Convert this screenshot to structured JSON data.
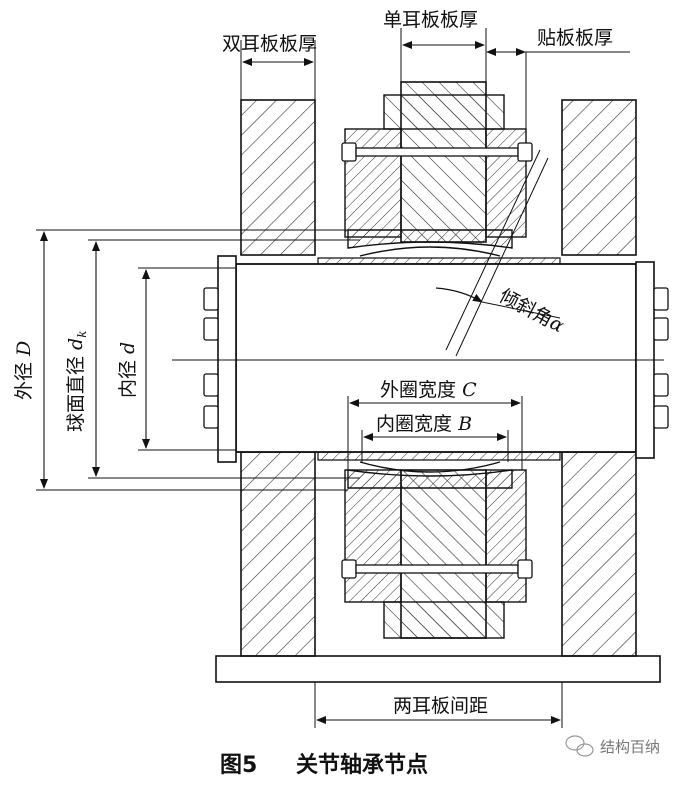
{
  "labels": {
    "double_ear_thickness": "双耳板板厚",
    "single_ear_thickness": "单耳板板厚",
    "patch_plate_thickness": "贴板板厚",
    "tilt_angle_text": "倾斜角",
    "tilt_angle_symbol": "α",
    "outer_diameter_text": "外径",
    "outer_diameter_symbol": "D",
    "sphere_diameter_text": "球面直径",
    "sphere_diameter_symbol": "d",
    "sphere_diameter_subscript": "k",
    "inner_diameter_text": "内径",
    "inner_diameter_symbol": "d",
    "outer_ring_width_text": "外圈宽度",
    "outer_ring_width_symbol": "C",
    "inner_ring_width_text": "内圈宽度",
    "inner_ring_width_symbol": "B",
    "ear_plate_spacing": "两耳板间距"
  },
  "caption": {
    "figure_number": "图5",
    "title": "关节轴承节点"
  },
  "watermark": {
    "text": "结构百纳",
    "icon": "wechat-bubble-icon"
  }
}
